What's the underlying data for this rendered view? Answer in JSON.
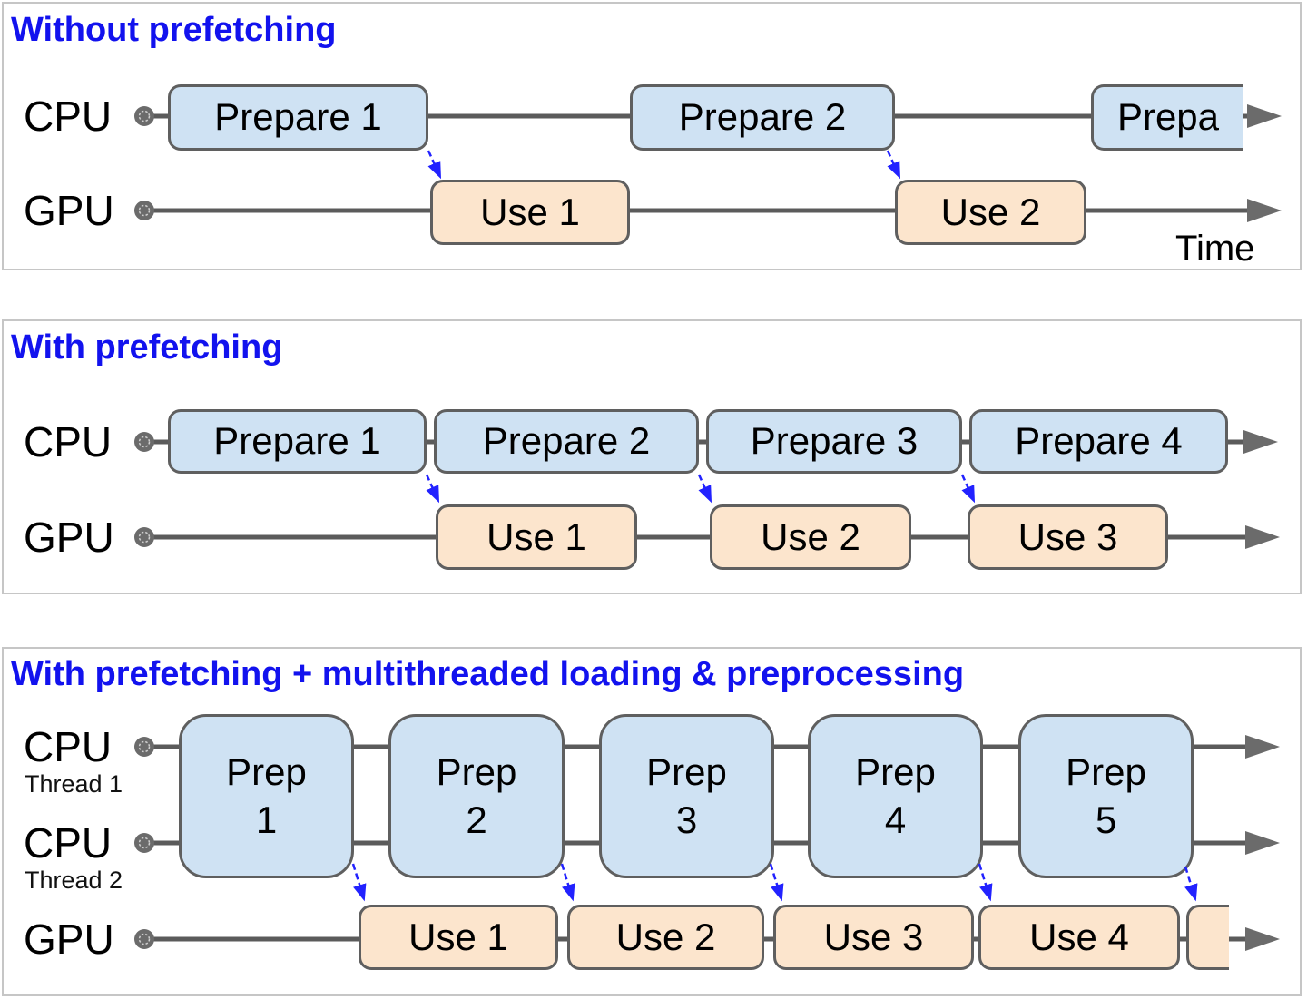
{
  "colors": {
    "title_blue": "#1212ee",
    "prepare_fill": "#cfe2f3",
    "use_fill": "#fce5cd",
    "box_border": "#5f5f5f",
    "timeline_gray": "#5b5b5b",
    "dependency_arrow_blue": "#2222ff"
  },
  "panels": [
    {
      "title": "Without prefetching",
      "cpu_label": "CPU",
      "gpu_label": "GPU",
      "time_label": "Time",
      "prepare_boxes": [
        "Prepare 1",
        "Prepare 2",
        "Prepa"
      ],
      "use_boxes": [
        "Use 1",
        "Use 2"
      ]
    },
    {
      "title": "With prefetching",
      "cpu_label": "CPU",
      "gpu_label": "GPU",
      "prepare_boxes": [
        "Prepare 1",
        "Prepare 2",
        "Prepare 3",
        "Prepare 4"
      ],
      "use_boxes": [
        "Use 1",
        "Use 2",
        "Use 3"
      ]
    },
    {
      "title": "With prefetching + multithreaded loading & preprocessing",
      "rows": [
        {
          "label": "CPU",
          "sublabel": "Thread 1"
        },
        {
          "label": "CPU",
          "sublabel": "Thread 2"
        },
        {
          "label": "GPU",
          "sublabel": ""
        }
      ],
      "prep_boxes": [
        {
          "word": "Prep",
          "num": "1"
        },
        {
          "word": "Prep",
          "num": "2"
        },
        {
          "word": "Prep",
          "num": "3"
        },
        {
          "word": "Prep",
          "num": "4"
        },
        {
          "word": "Prep",
          "num": "5"
        }
      ],
      "use_boxes": [
        "Use 1",
        "Use 2",
        "Use 3",
        "Use 4",
        ""
      ]
    }
  ]
}
